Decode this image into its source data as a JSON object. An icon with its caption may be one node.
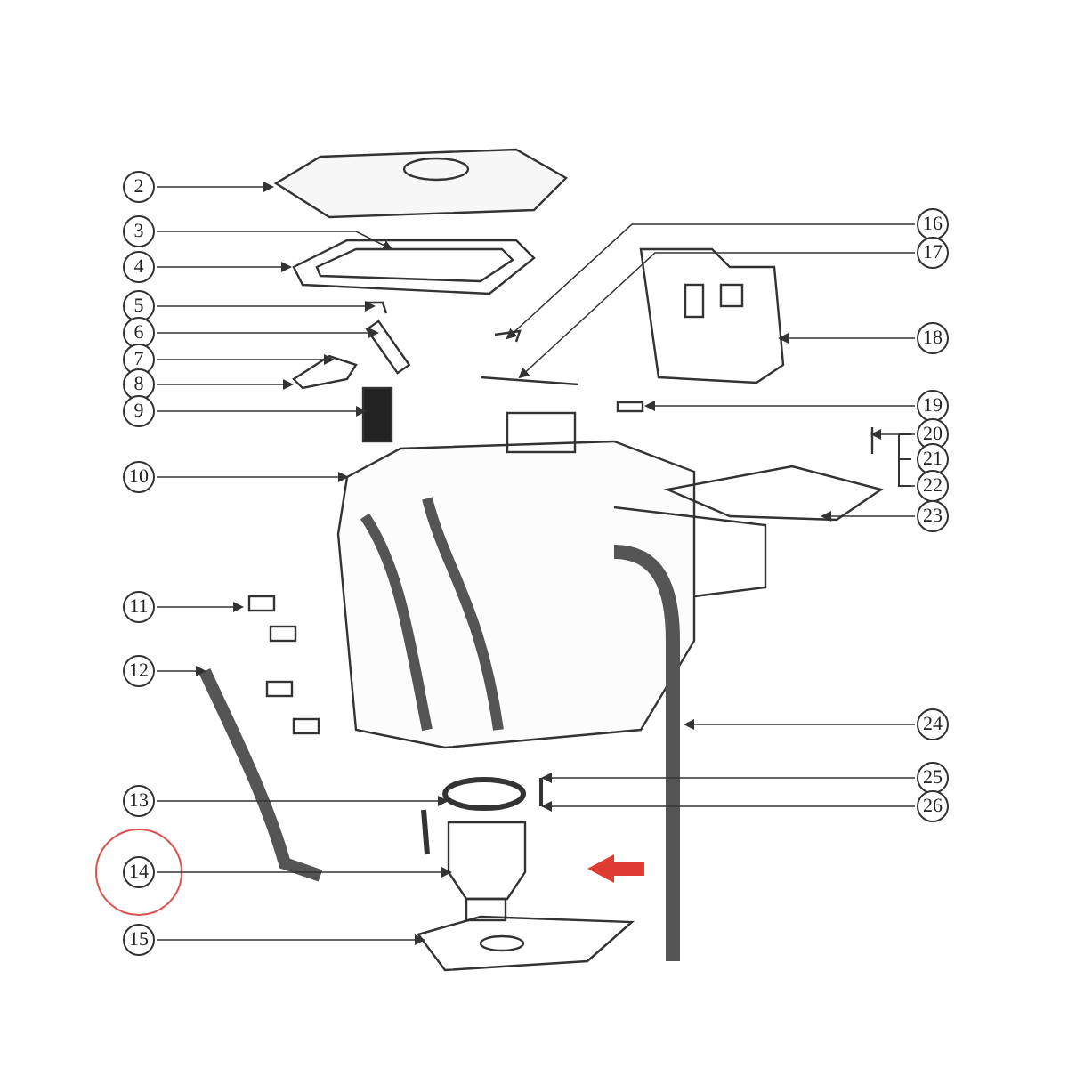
{
  "diagram": {
    "nodes": [
      {
        "text": [
          "2"
        ]
      },
      {
        "text": [
          "3"
        ]
      },
      {
        "text": [
          "4"
        ]
      },
      {
        "text": [
          "5"
        ]
      },
      {
        "text": [
          "6"
        ]
      },
      {
        "text": [
          "7"
        ]
      },
      {
        "text": [
          "8"
        ]
      },
      {
        "text": [
          "9"
        ]
      },
      {
        "text": [
          "10"
        ]
      },
      {
        "text": [
          "11"
        ]
      },
      {
        "text": [
          "12"
        ]
      },
      {
        "text": [
          "13"
        ]
      },
      {
        "text": [
          "14"
        ]
      },
      {
        "text": [
          "15"
        ]
      },
      {
        "text": [
          "16"
        ]
      },
      {
        "text": [
          "17"
        ]
      },
      {
        "text": [
          "18"
        ]
      },
      {
        "text": [
          "19"
        ]
      },
      {
        "text": [
          "20"
        ]
      },
      {
        "text": [
          "21"
        ]
      },
      {
        "text": [
          "22"
        ]
      },
      {
        "text": [
          "23"
        ]
      },
      {
        "text": [
          "24"
        ]
      },
      {
        "text": [
          "25"
        ]
      },
      {
        "text": [
          "26"
        ]
      }
    ],
    "edges": [
      {
        "from": 0,
        "to": null,
        "arrow": "to"
      },
      {
        "from": 1,
        "to": null,
        "arrow": "to"
      },
      {
        "from": 2,
        "to": null,
        "arrow": "to"
      },
      {
        "from": 3,
        "to": null,
        "arrow": "to"
      },
      {
        "from": 4,
        "to": null,
        "arrow": "to"
      },
      {
        "from": 5,
        "to": null,
        "arrow": "to"
      },
      {
        "from": 6,
        "to": null,
        "arrow": "to"
      },
      {
        "from": 7,
        "to": null,
        "arrow": "to"
      },
      {
        "from": 8,
        "to": null,
        "arrow": "to"
      },
      {
        "from": 9,
        "to": null,
        "arrow": "to"
      },
      {
        "from": 10,
        "to": null,
        "arrow": "to"
      },
      {
        "from": 11,
        "to": null,
        "arrow": "to"
      },
      {
        "from": 12,
        "to": null,
        "arrow": "to"
      },
      {
        "from": 13,
        "to": null,
        "arrow": "to"
      },
      {
        "from": 14,
        "to": null,
        "arrow": "to"
      },
      {
        "from": 15,
        "to": null,
        "arrow": "to"
      },
      {
        "from": 16,
        "to": null,
        "arrow": "to"
      },
      {
        "from": 17,
        "to": null,
        "arrow": "to"
      },
      {
        "from": 18,
        "to": null,
        "arrow": "to"
      },
      {
        "from": 20,
        "to": null,
        "arrow": "none"
      },
      {
        "from": 21,
        "to": null,
        "arrow": "to"
      },
      {
        "from": 22,
        "to": null,
        "arrow": "to"
      },
      {
        "from": 23,
        "to": null,
        "arrow": "to"
      },
      {
        "from": 24,
        "to": null,
        "arrow": "to"
      }
    ]
  }
}
